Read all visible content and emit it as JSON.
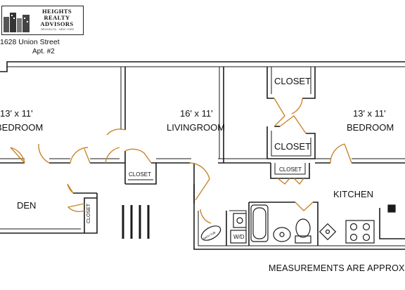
{
  "logo": {
    "line1": "HEIGHTS",
    "line2": "REALTY",
    "line3": "ADVISORS",
    "tagline": "BROOKLYN · NEW YORK"
  },
  "header": {
    "address": "1628 Union Street",
    "apartment": "Apt. #2"
  },
  "rooms": {
    "bedroom_left_dims": "13' x 11'",
    "bedroom_left_name": "BEDROOM",
    "living_dims": "16' x 11'",
    "living_name": "LIVINGROOM",
    "bedroom_right_dims": "13' x 11'",
    "bedroom_right_name": "BEDROOM",
    "closet_top": "CLOSET",
    "closet_mid": "CLOSET",
    "closet_small_right": "CLOSET",
    "closet_small_living": "CLOSET",
    "closet_den": "CLOSET",
    "den": "DEN",
    "kitchen": "KITCHEN",
    "washer_dryer": "W/D",
    "bathtub": "BATH TUB"
  },
  "footer": {
    "note": "MEASUREMENTS ARE APPROX"
  },
  "colors": {
    "wall": "#1a1a1a",
    "door": "#c8862a",
    "background": "#ffffff"
  }
}
